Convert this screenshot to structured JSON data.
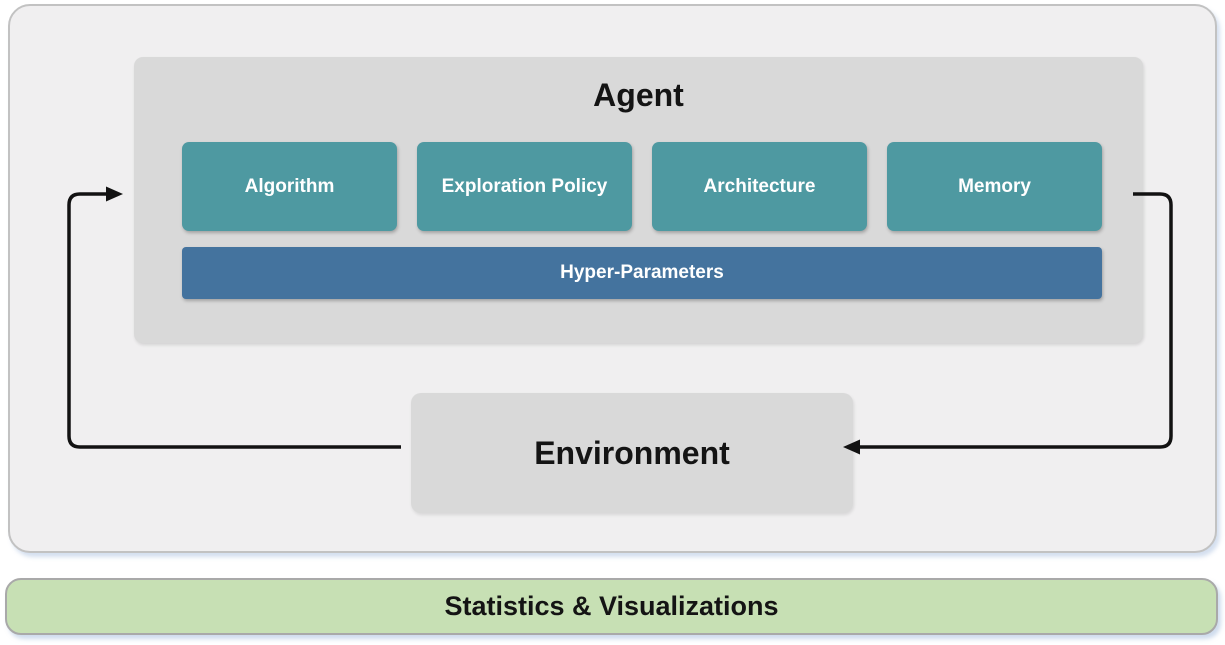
{
  "colors": {
    "teal": "#4e99a1",
    "blue": "#44739e",
    "green": "#c7e0b4",
    "outer-fill": "#f0eff0",
    "box-gray": "#d9d9d9",
    "outer-border": "#c2c2c2",
    "green-border": "#a9a9a9",
    "arrow": "#121212",
    "text-dark": "#141414",
    "text-light": "#ffffff"
  },
  "diagram": {
    "agent": {
      "title": "Agent",
      "components": [
        {
          "label": "Algorithm"
        },
        {
          "label": "Exploration Policy"
        },
        {
          "label": "Architecture"
        },
        {
          "label": "Memory"
        }
      ],
      "hyper_parameters_label": "Hyper-Parameters"
    },
    "environment": {
      "title": "Environment"
    },
    "footer": {
      "label": "Statistics & Visualizations"
    }
  }
}
